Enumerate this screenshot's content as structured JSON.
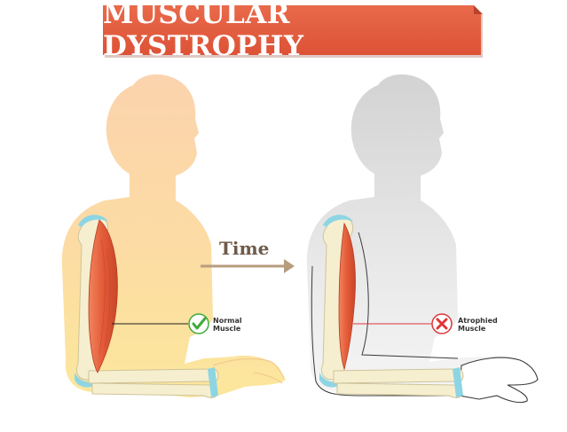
{
  "title": "MUSCULAR DYSTROPHY",
  "arrow_label": "Time",
  "callouts": {
    "normal": {
      "line1": "Normal",
      "line2": "Muscle",
      "icon": "check-icon",
      "color": "#3eab3a"
    },
    "atrophied": {
      "line1": "Atrophied",
      "line2": "Muscle",
      "icon": "cross-icon",
      "color": "#e0353a"
    }
  },
  "colors": {
    "banner": "#e0573a",
    "body_healthy": "#fbd9a4",
    "body_affected": "#e2e2e2",
    "muscle": "#e9643f",
    "bone": "#f6efcf",
    "joint": "#8ed5e3",
    "arrow": "#b79c7e"
  }
}
